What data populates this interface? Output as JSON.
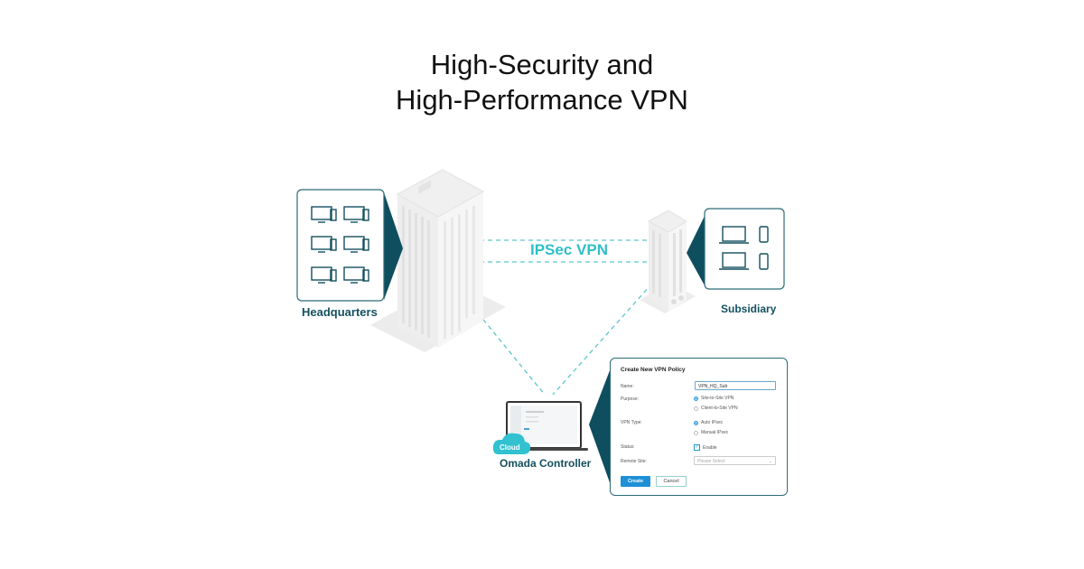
{
  "title": {
    "line1": "High-Security and",
    "line2": "High-Performance VPN"
  },
  "diagram": {
    "link_label": "IPSec VPN",
    "sites": {
      "headquarters": {
        "label": "Headquarters",
        "devices": [
          "desktop",
          "desktop",
          "desktop",
          "desktop",
          "desktop",
          "desktop"
        ]
      },
      "subsidiary": {
        "label": "Subsidiary",
        "devices": [
          "laptop",
          "phone",
          "laptop",
          "phone"
        ]
      }
    },
    "controller": {
      "label": "Omada Controller",
      "badge": "Cloud"
    },
    "colors": {
      "accent": "#2fbfc8",
      "dark_teal": "#0f4e5e",
      "label_text": "#14505f",
      "primary_button": "#1e90d6"
    }
  },
  "dialog": {
    "title": "Create New VPN Policy",
    "fields": {
      "name_label": "Name:",
      "name_value": "VPN_HQ_Sub",
      "purpose_label": "Purpose:",
      "purpose_options": [
        "Site-to-Site VPN",
        "Client-to-Site VPN"
      ],
      "purpose_selected": "Site-to-Site VPN",
      "vpn_type_label": "VPN Type:",
      "vpn_type_options": [
        "Auto IPsec",
        "Manual IPsec"
      ],
      "vpn_type_selected": "Auto IPsec",
      "status_label": "Status:",
      "status_checkbox": "Enable",
      "status_checked": true,
      "remote_site_label": "Remote Site:",
      "remote_site_placeholder": "Please Select"
    },
    "buttons": {
      "create": "Create",
      "cancel": "Cancel"
    }
  }
}
